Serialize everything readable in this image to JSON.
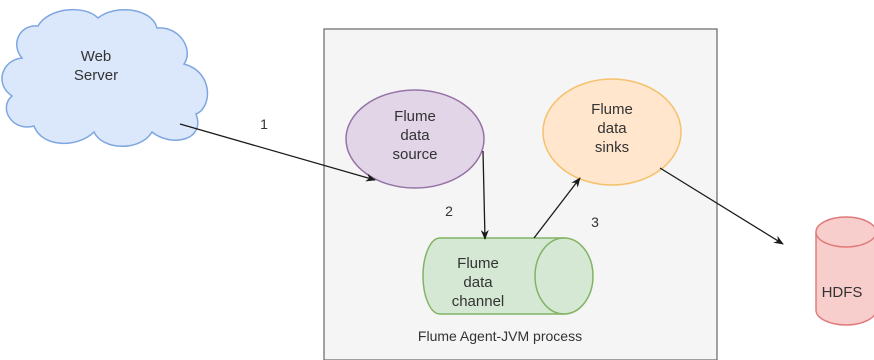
{
  "diagram": {
    "web_server": {
      "line1": "Web",
      "line2": "Server"
    },
    "agent_label": "Flume Agent-JVM process",
    "source": {
      "line1": "Flume",
      "line2": "data",
      "line3": "source"
    },
    "sinks": {
      "line1": "Flume",
      "line2": "data",
      "line3": "sinks"
    },
    "channel": {
      "line1": "Flume",
      "line2": "data",
      "line3": "channel"
    },
    "hdfs": "HDFS",
    "step_labels": {
      "one": "1",
      "two": "2",
      "three": "3"
    },
    "colors": {
      "cloud_fill": "#dbe8fb",
      "cloud_stroke": "#7ea6e0",
      "source_fill": "#e1d5e7",
      "source_stroke": "#9673a6",
      "sinks_fill": "#ffe6cc",
      "sinks_stroke": "#f5c16c",
      "channel_fill": "#d5e8d4",
      "channel_stroke": "#82b366",
      "hdfs_fill": "#f8cecc",
      "hdfs_stroke": "#e07b7b",
      "agent_fill": "#f5f5f5",
      "agent_stroke": "#666666"
    }
  }
}
